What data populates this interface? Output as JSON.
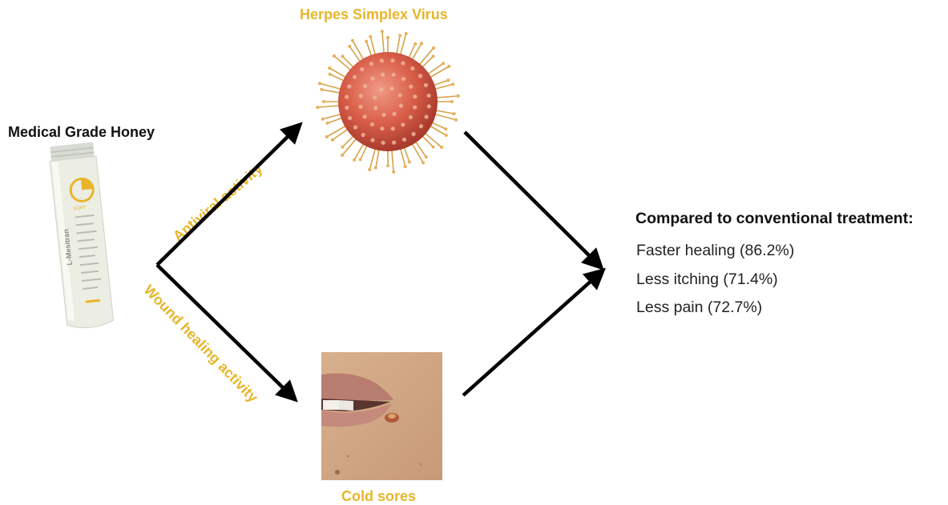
{
  "accent_color": "#e8b52a",
  "honey_label": "Medical Grade Honey",
  "virus_label": "Herpes Simplex Virus",
  "cold_sores_label": "Cold sores",
  "antiviral_label": "Antiviral activity",
  "wound_label": "Wound healing activity",
  "comparison": {
    "title": "Compared to conventional treatment:",
    "results": [
      "Faster healing (86.2%)",
      "Less itching (71.4%)",
      "Less pain (72.7%)"
    ]
  },
  "tube": {
    "brand": "L-Mesitran",
    "variant": "SOFT"
  }
}
